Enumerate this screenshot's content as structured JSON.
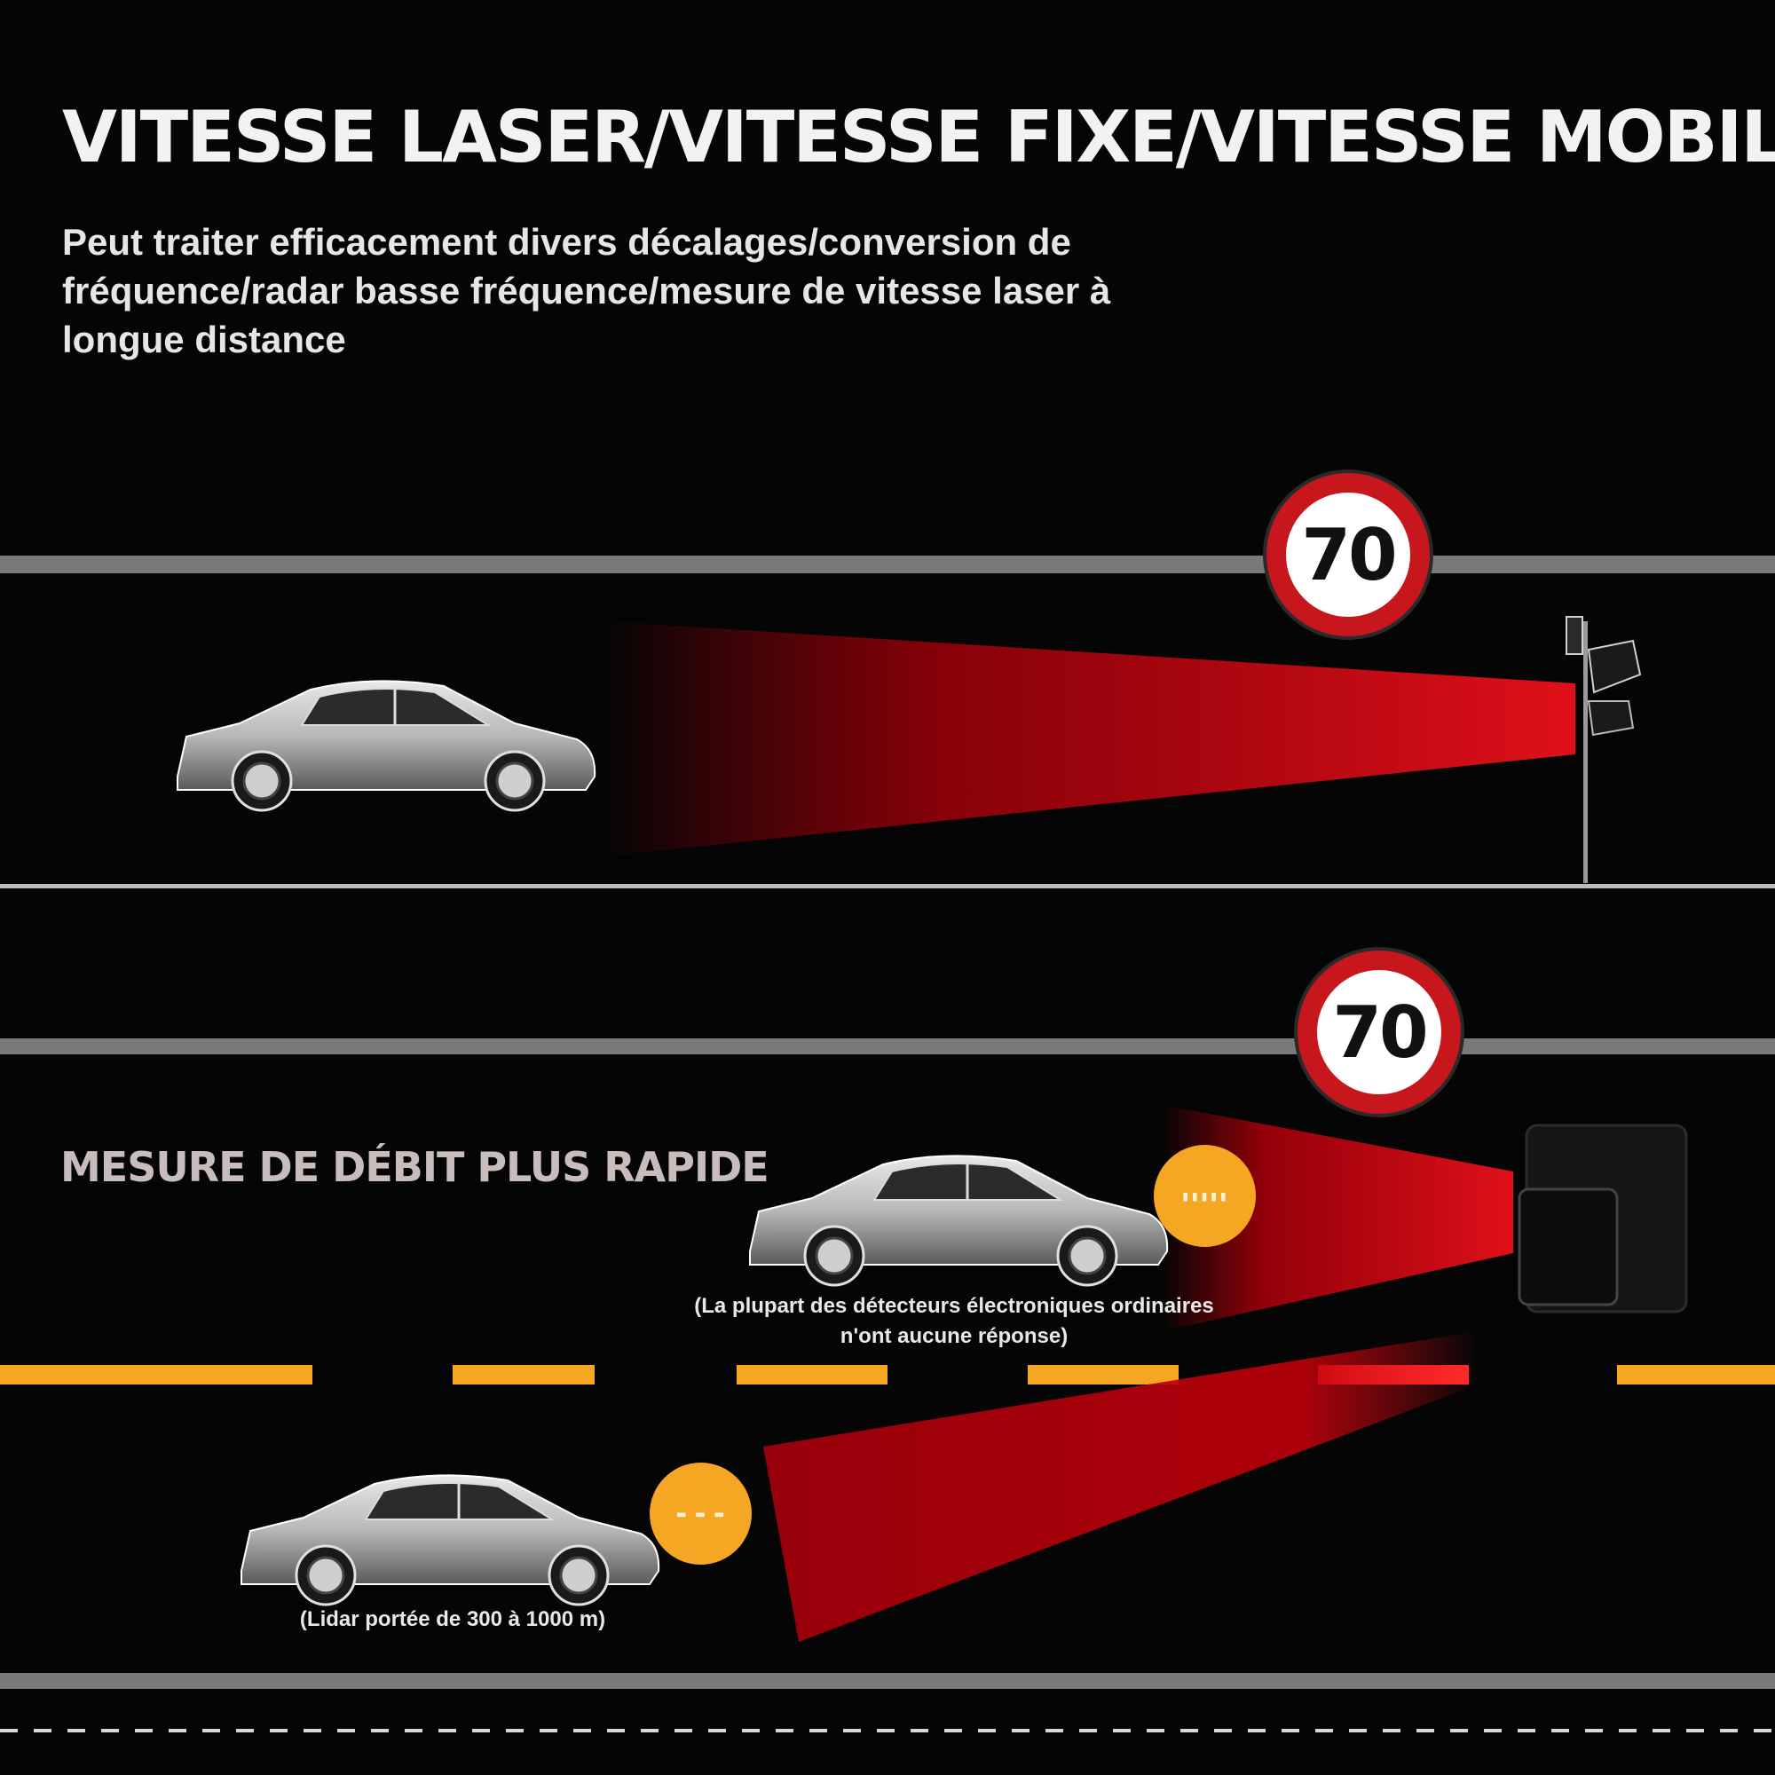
{
  "header": {
    "title": "VITESSE LASER/VITESSE FIXE/VITESSE MOBILE",
    "subtitle": "Peut traiter efficacement divers décalages/conversion de fréquence/radar basse fréquence/mesure de vitesse laser à longue distance"
  },
  "signs": {
    "top_speed": "70",
    "bottom_speed": "70"
  },
  "feature": {
    "label": "MESURE DE DÉBIT PLUS RAPIDE"
  },
  "notes": {
    "upper_car": "(La plupart des détecteurs électroniques ordinaires n'ont aucune réponse)",
    "lower_car": "(Lidar portée de 300 à 1000 m)"
  },
  "colors": {
    "background": "#050505",
    "beam_red": "#c0000a",
    "sign_red": "#c8161d",
    "lane_yellow": "#f5a623",
    "road_line_gray": "#7a7a7a"
  },
  "icons": {
    "car": "car-icon",
    "speed_camera": "speed-camera-icon",
    "speed_sign": "speed-limit-sign-icon",
    "alert_badge": "alert-badge-icon"
  }
}
